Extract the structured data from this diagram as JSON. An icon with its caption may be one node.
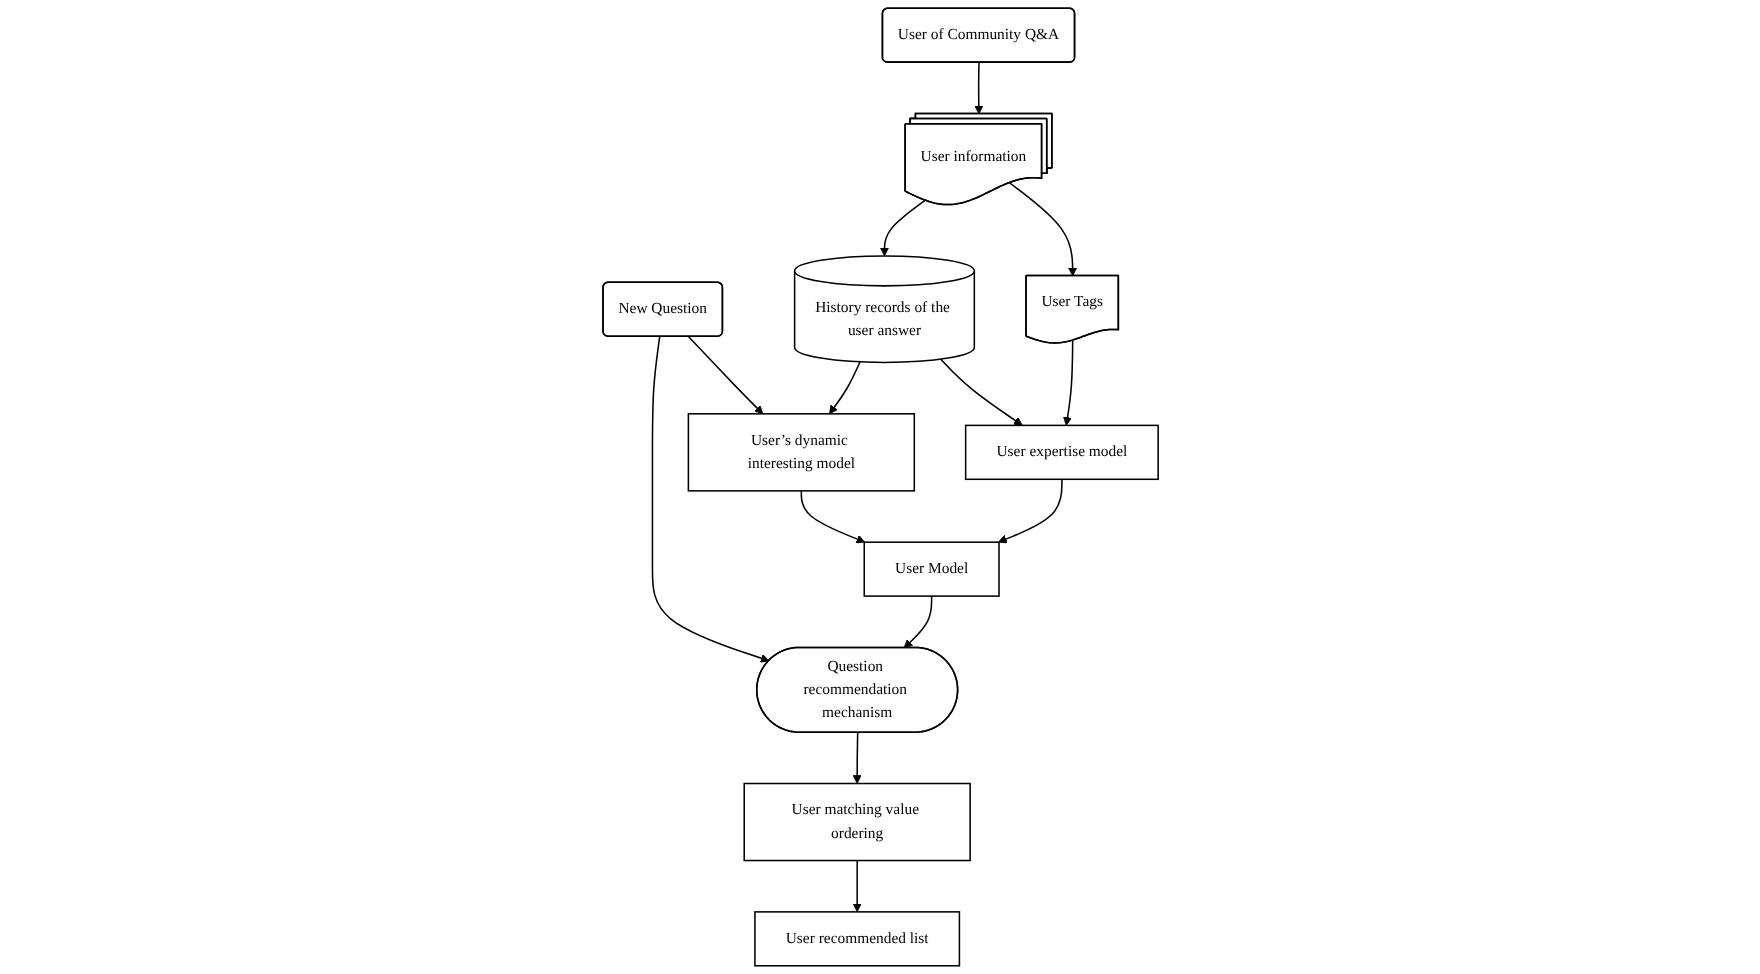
{
  "diagram": {
    "nodes": [
      {
        "text": [
          "New Question"
        ]
      },
      {
        "text": [
          "User’s dynamic interesting model"
        ]
      },
      {
        "text": [
          "User of Community Q&A"
        ]
      },
      {
        "text": [
          "Question recommendation mechanism"
        ]
      },
      {
        "text": [
          "User Model"
        ]
      },
      {
        "text": [
          "History records of the user answer"
        ]
      },
      {
        "text": [
          "User information"
        ]
      },
      {
        "text": [
          "User expertise model"
        ]
      },
      {
        "text": [
          "User matching value ordering"
        ]
      },
      {
        "text": [
          "User Tags"
        ]
      },
      {
        "text": [
          "User recommended list"
        ]
      }
    ],
    "edges": [
      {
        "from": 0,
        "to": 1,
        "arrow": "to"
      },
      {
        "from": 0,
        "to": 3,
        "arrow": "to"
      },
      {
        "from": 5,
        "to": 1,
        "arrow": "to"
      },
      {
        "from": 1,
        "to": 4,
        "arrow": "to"
      },
      {
        "from": 4,
        "to": 3,
        "arrow": "to"
      },
      {
        "from": 6,
        "to": 5,
        "arrow": "to"
      },
      {
        "from": 2,
        "to": 6,
        "arrow": "to"
      },
      {
        "from": 7,
        "to": 4,
        "arrow": "to"
      },
      {
        "from": 5,
        "to": 7,
        "arrow": "to"
      },
      {
        "from": 6,
        "to": 9,
        "arrow": "to"
      },
      {
        "from": 9,
        "to": 7,
        "arrow": "to"
      },
      {
        "from": 3,
        "to": 8,
        "arrow": "to"
      },
      {
        "from": 8,
        "to": 10,
        "arrow": "to"
      }
    ]
  }
}
